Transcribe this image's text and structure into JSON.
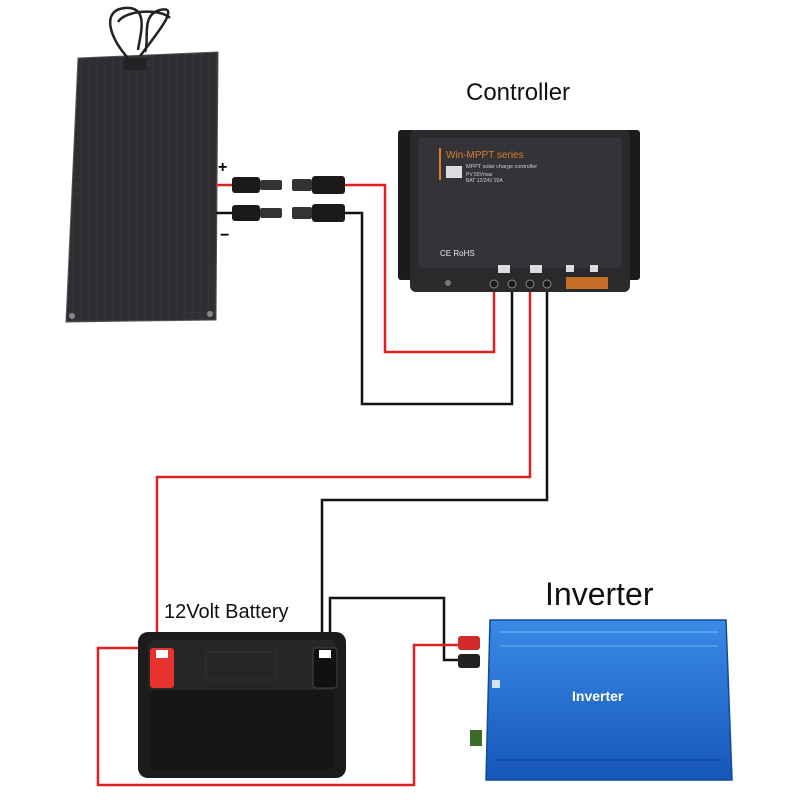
{
  "labels": {
    "controller": "Controller",
    "battery": "12Volt Battery",
    "inverter_title": "Inverter",
    "inverter_body": "Inverter",
    "plus": "+",
    "minus": "−"
  },
  "controller_panel": {
    "series": "Win-MPPT  series",
    "subtitle": "MPPT solar charge controller",
    "pv_spec": "PV    55Vmax",
    "bat_spec": "BAT   12/24V  20A",
    "cert": "CE RoHS"
  },
  "colors": {
    "positive_wire": "#e02020",
    "negative_wire": "#111111",
    "panel": "#2b2b2e",
    "controller": "#2a2a2d",
    "controller_accent": "#e07b2a",
    "inverter": "#1f6fd1",
    "battery": "#1c1c1c",
    "battery_terminal_positive": "#e8322e"
  }
}
